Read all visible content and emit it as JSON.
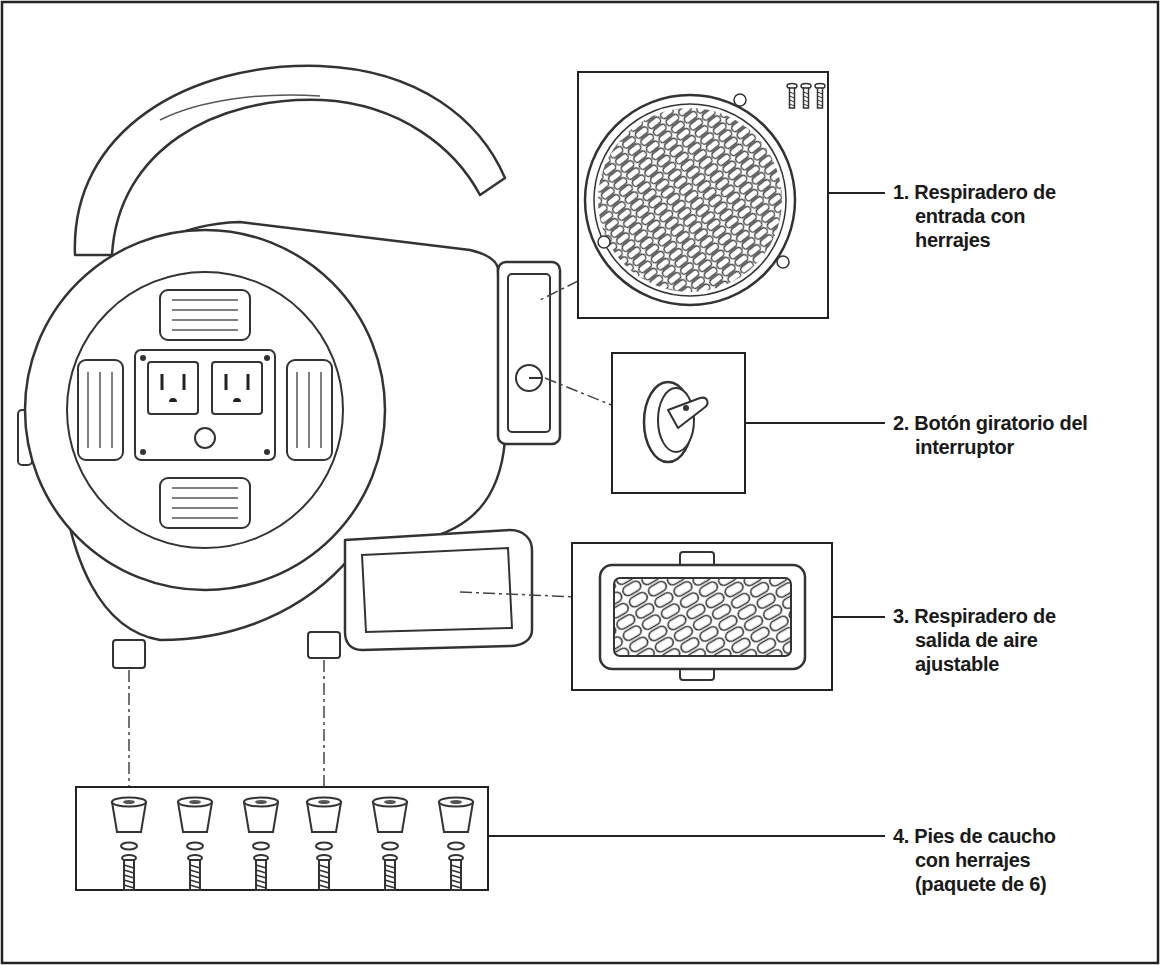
{
  "diagram": {
    "labels": [
      "1. Respiradero de entrada con herrajes",
      "2. Botón giratorio del interruptor",
      "3. Respiradero de salida de aire ajustable",
      "4. Pies de caucho con herrajes (paquete de 6)"
    ]
  }
}
